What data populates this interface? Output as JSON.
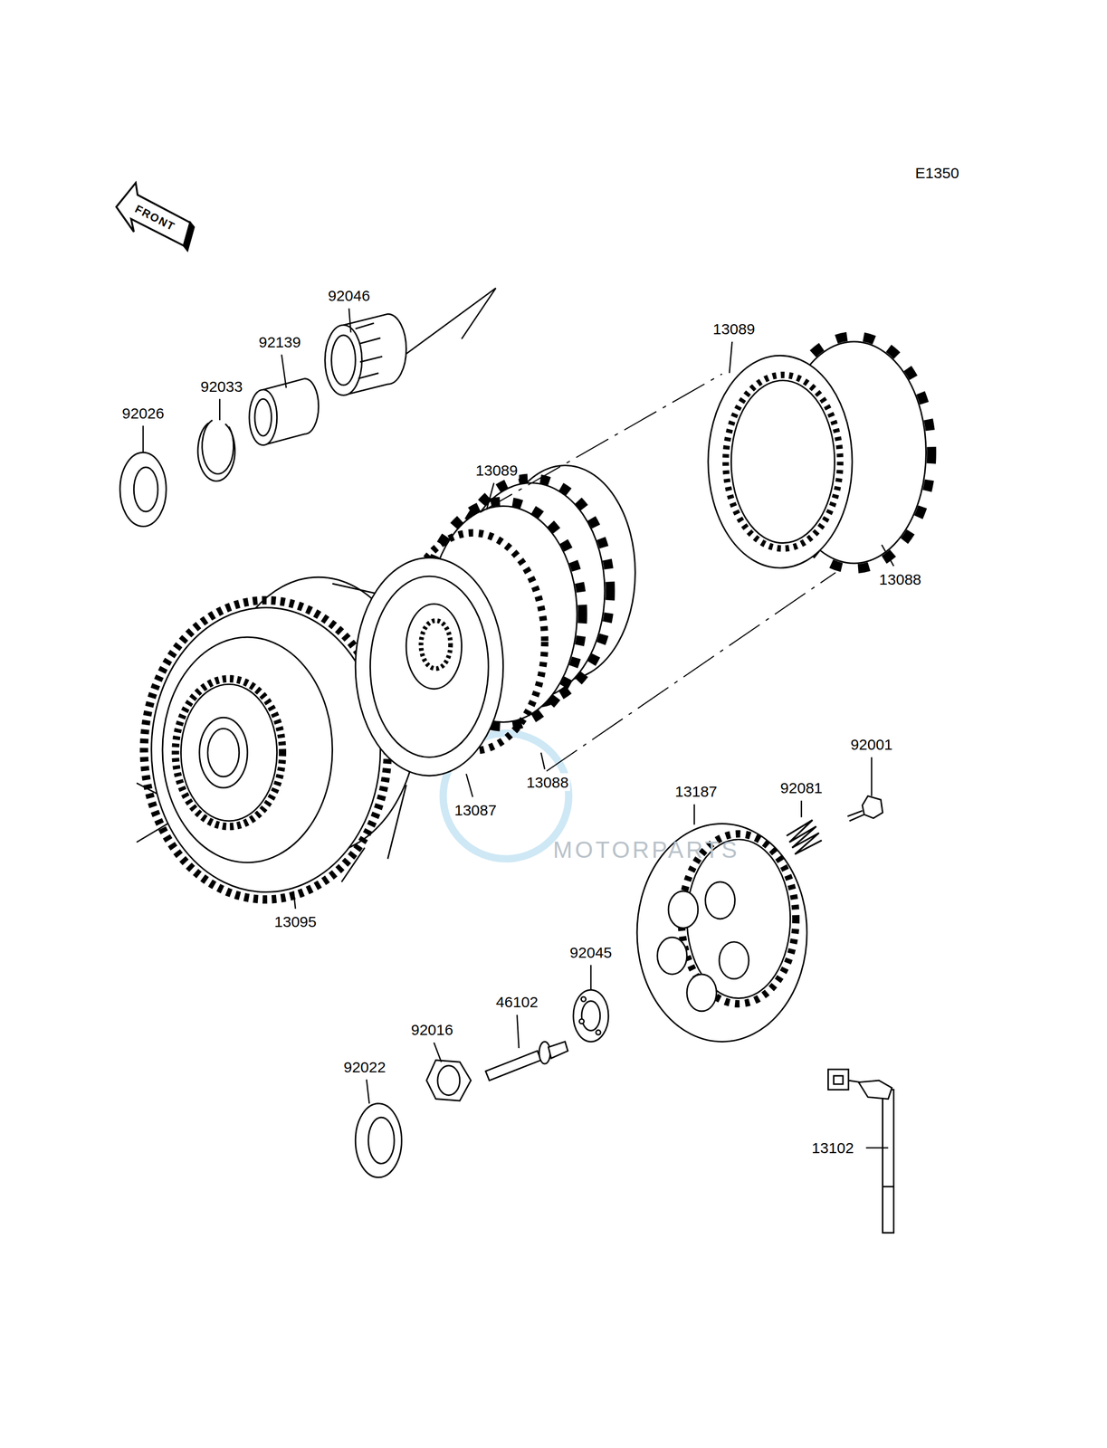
{
  "diagram": {
    "labels": [
      "E1350",
      "FRONT",
      "92046",
      "92139",
      "92033",
      "92026",
      "13089",
      "13089",
      "13088",
      "13088",
      "13087",
      "13095",
      "92001",
      "92081",
      "13187",
      "92045",
      "46102",
      "92016",
      "92022",
      "13102",
      "MOTORPARTS"
    ]
  }
}
